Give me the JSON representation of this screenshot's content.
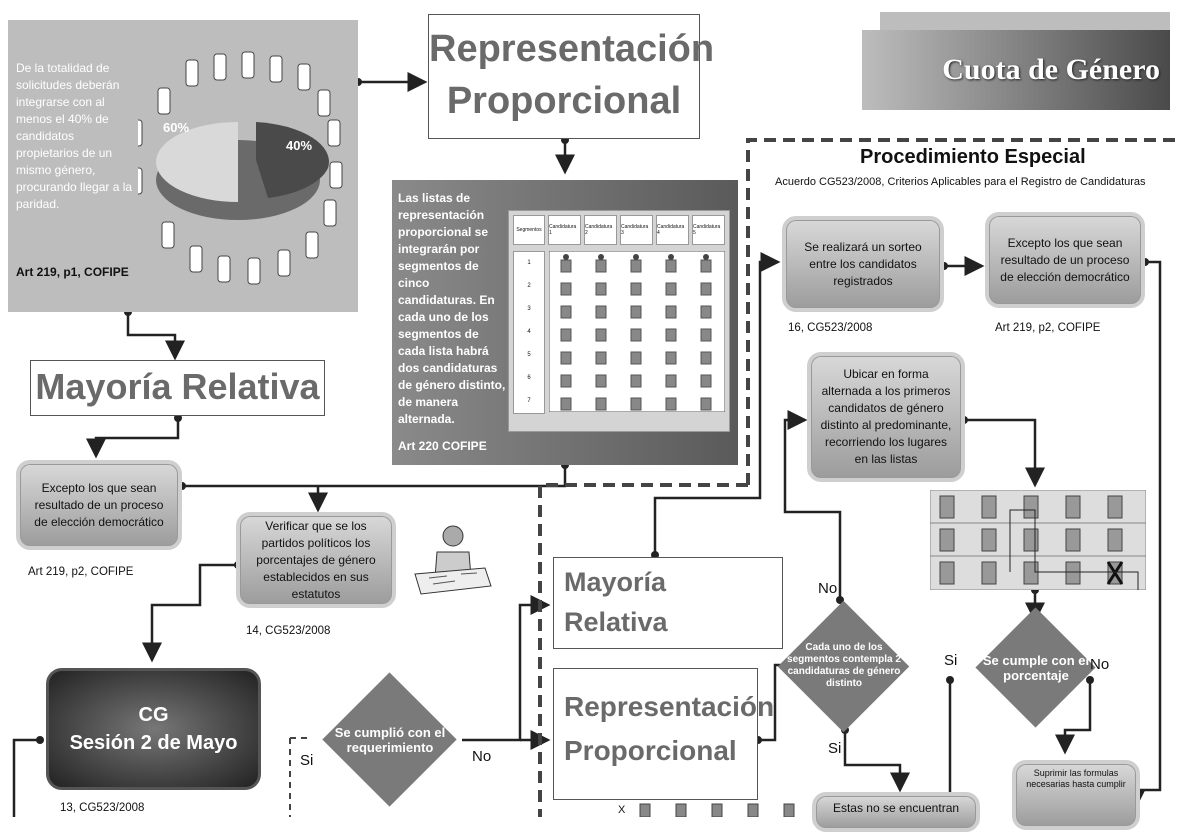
{
  "cuota": {
    "title": "Cuota de Género"
  },
  "rp_title": {
    "line1": "Representación",
    "line2": "Proporcional"
  },
  "pie_panel": {
    "text": "De la totalidad de solicitudes deberán integrarse con al menos el 40% de candidatos propietarios de un mismo género, procurando llegar a la paridad.",
    "ref": "Art 219, p1, COFIPE",
    "pct_large": "60%",
    "pct_small": "40%"
  },
  "listas_panel": {
    "text": "Las listas de representación proporcional se integrarán por segmentos de cinco candidaturas. En cada uno de los segmentos de cada lista habrá dos candidaturas de género distinto, de manera alternada.",
    "ref": "Art 220 COFIPE",
    "headers": [
      "Segmentos",
      "Candidatura 1",
      "Candidatura 2",
      "Candidatura 3",
      "Candidatura 4",
      "Candidatura 5"
    ],
    "rows": [
      "1",
      "2",
      "3",
      "4",
      "5",
      "6",
      "7"
    ]
  },
  "procedimiento": {
    "title": "Procedimiento Especial",
    "subtitle": "Acuerdo  CG523/2008, Criterios Aplicables para el Registro de Candidaturas"
  },
  "mayoria_top": {
    "label": "Mayoría Relativa"
  },
  "excepto_left": {
    "text": "Excepto los  que sean resultado de un proceso de elección democrático",
    "ref": "Art 219, p2, COFIPE"
  },
  "verificar": {
    "text": "Verificar que se los partidos políticos los porcentajes de género establecidos en sus estatutos",
    "ref": "14, CG523/2008"
  },
  "sorteo": {
    "text": "Se realizará un sorteo entre los candidatos registrados",
    "ref": "16, CG523/2008"
  },
  "excepto_right": {
    "text": "Excepto los  que sean resultado de un proceso de elección democrático",
    "ref": "Art 219, p2, COFIPE"
  },
  "ubicar": {
    "text": "Ubicar en forma alternada a los primeros candidatos de género distinto al predominante, recorriendo los lugares en las listas"
  },
  "mayoria_mid": {
    "line1": "Mayoría",
    "line2": "Relativa"
  },
  "rp_mid": {
    "line1": "Representación",
    "line2": "Proporcional"
  },
  "cg_session": {
    "line1": "CG",
    "line2": "Sesión 2 de Mayo",
    "ref": "13, CG523/2008"
  },
  "decision_cumplio": {
    "text": "Se cumplió con el requerimiento",
    "yes": "Si",
    "no": "No"
  },
  "decision_segmentos": {
    "text": "Cada uno de los segmentos contempla 2 candidaturas de género distinto",
    "yes": "Si",
    "no": "No"
  },
  "decision_porcentaje": {
    "text": "Se cumple con el porcentaje",
    "yes": "Si",
    "no": "No"
  },
  "estas": {
    "text": "Estas no se encuentran"
  },
  "suprimir": {
    "text": "Suprimir las formulas necesarias hasta cumplir"
  },
  "row_marker": {
    "text": "X"
  }
}
